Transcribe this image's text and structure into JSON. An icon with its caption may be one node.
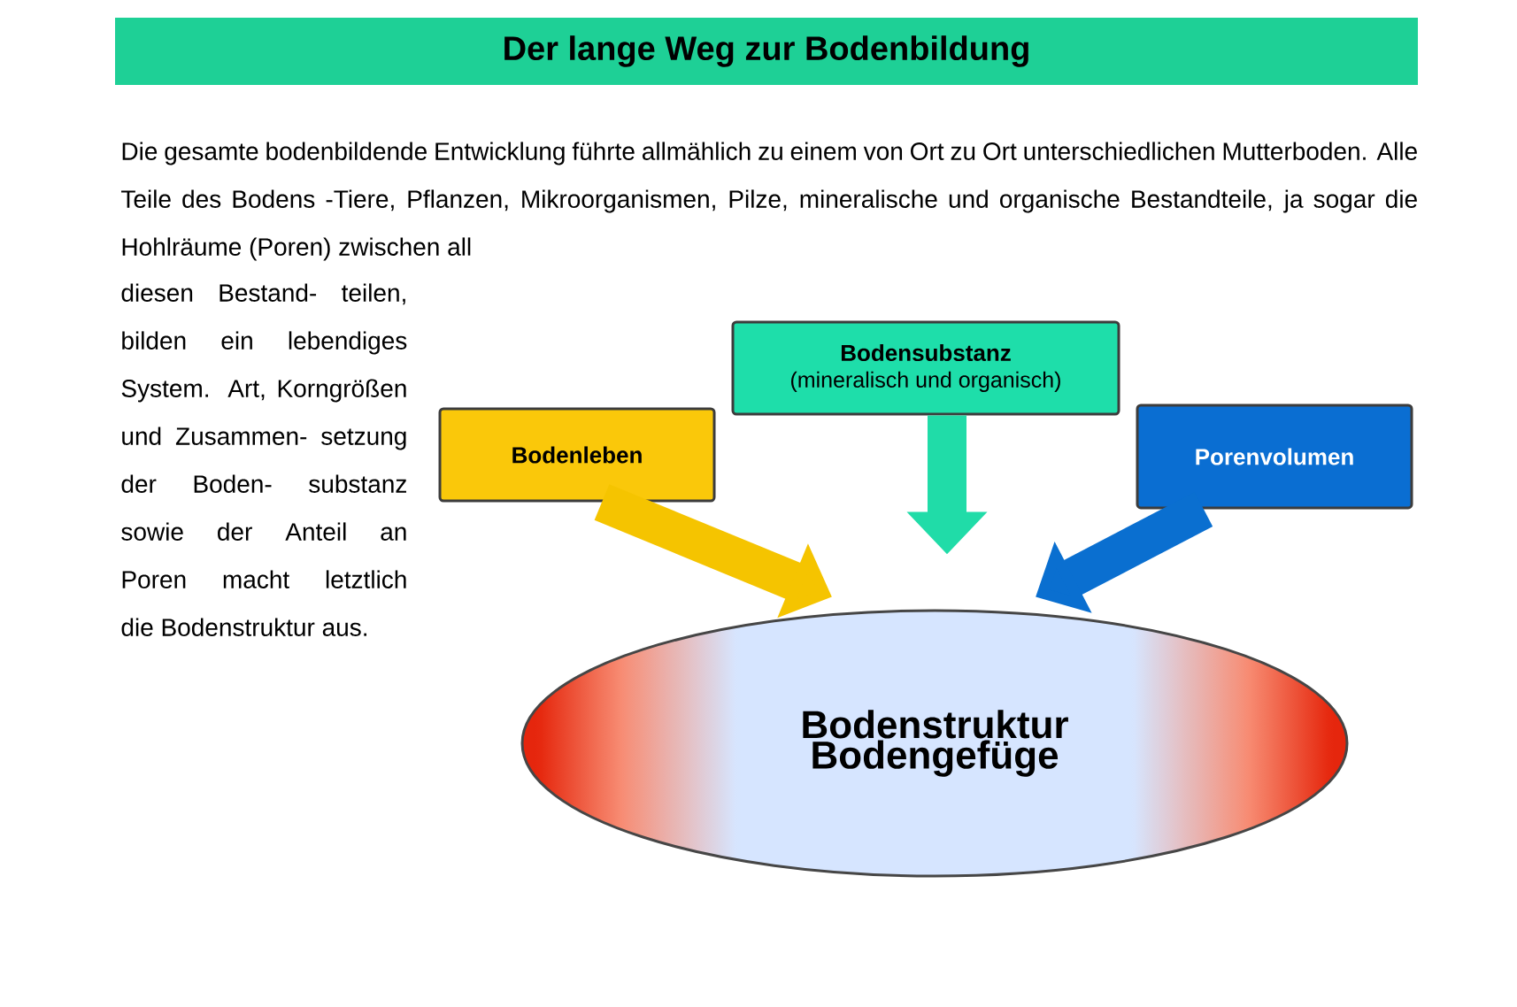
{
  "diagram": {
    "title": "Der lange Weg zur Bodenbildung",
    "nodes": [
      {
        "text": [
          "Bodenleben"
        ]
      },
      {
        "text": [
          "Bodensubstanz",
          "(mineralisch und organisch)"
        ]
      },
      {
        "text": [
          "Porenvolumen"
        ]
      },
      {
        "text": [
          "Bodenstruktur Bodengefüge"
        ]
      }
    ],
    "edges": [
      {
        "from": 0,
        "to": 3,
        "arrow": "to",
        "color": "#f5c400"
      },
      {
        "from": 1,
        "to": 3,
        "arrow": "to",
        "color": "#20dca8"
      },
      {
        "from": 2,
        "to": 3,
        "arrow": "to",
        "color": "#0a6fd0"
      }
    ],
    "labels": [
      "Die gesamte bodenbildende Entwicklung führte allmählich zu einem von Ort zu Ort unterschiedlichen Mutterboden. Alle Teile des Bodens -Tiere, Pflanzen, Mikroorganismen, Pilze, mineralische und organische Bestandteile, ja sogar die Hohlräume (Poren) zwischen all",
      "diesen Bestand- teilen, bilden ein lebendiges System. Art, Korngrößen und Zusammen- setzung der Boden- substanz sowie der Anteil an Poren macht letztlich die Bodenstruktur aus."
    ]
  }
}
